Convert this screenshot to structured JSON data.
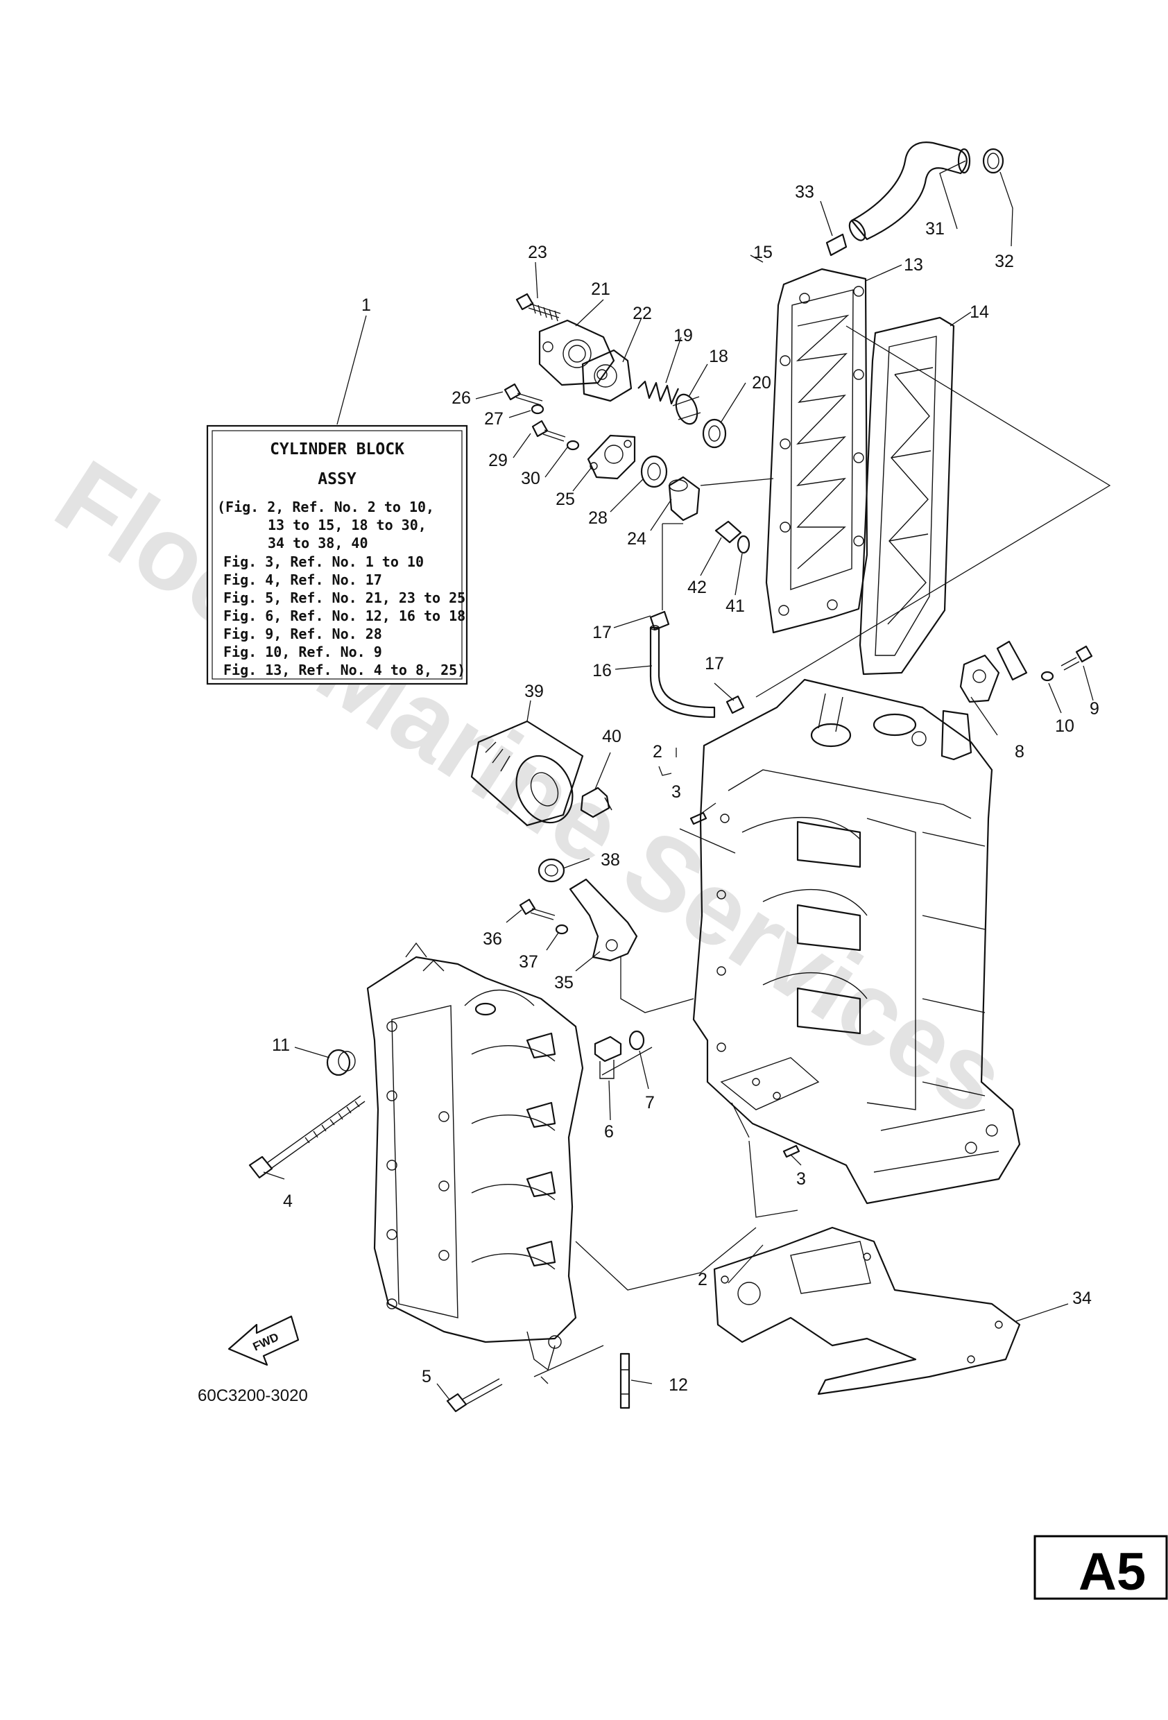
{
  "watermark": "Flood Marine Services",
  "assembly_box": {
    "title_line1": "CYLINDER BLOCK",
    "title_line2": "ASSY",
    "lines": [
      "(Fig. 2, Ref. No. 2 to 10,",
      "13 to 15, 18 to 30,",
      "34 to 38, 40",
      "Fig. 3, Ref. No. 1 to 10",
      "Fig. 4, Ref. No. 17",
      "Fig. 5, Ref. No. 21, 23 to 25",
      "Fig. 6, Ref. No. 12, 16 to 18",
      "Fig. 9, Ref. No. 28",
      "Fig. 10, Ref. No. 9",
      "Fig. 13, Ref. No. 4 to 8, 25)"
    ]
  },
  "part_labels": [
    "1",
    "2",
    "2",
    "3",
    "3",
    "4",
    "5",
    "6",
    "7",
    "8",
    "9",
    "10",
    "11",
    "12",
    "13",
    "14",
    "15",
    "16",
    "17",
    "17",
    "18",
    "19",
    "20",
    "21",
    "22",
    "23",
    "24",
    "25",
    "26",
    "27",
    "28",
    "29",
    "30",
    "31",
    "32",
    "33",
    "34",
    "35",
    "36",
    "37",
    "38",
    "39",
    "40",
    "41",
    "42"
  ],
  "fwd_label": "FWD",
  "diagram_code": "60C3200-3020",
  "page_label": "A5"
}
